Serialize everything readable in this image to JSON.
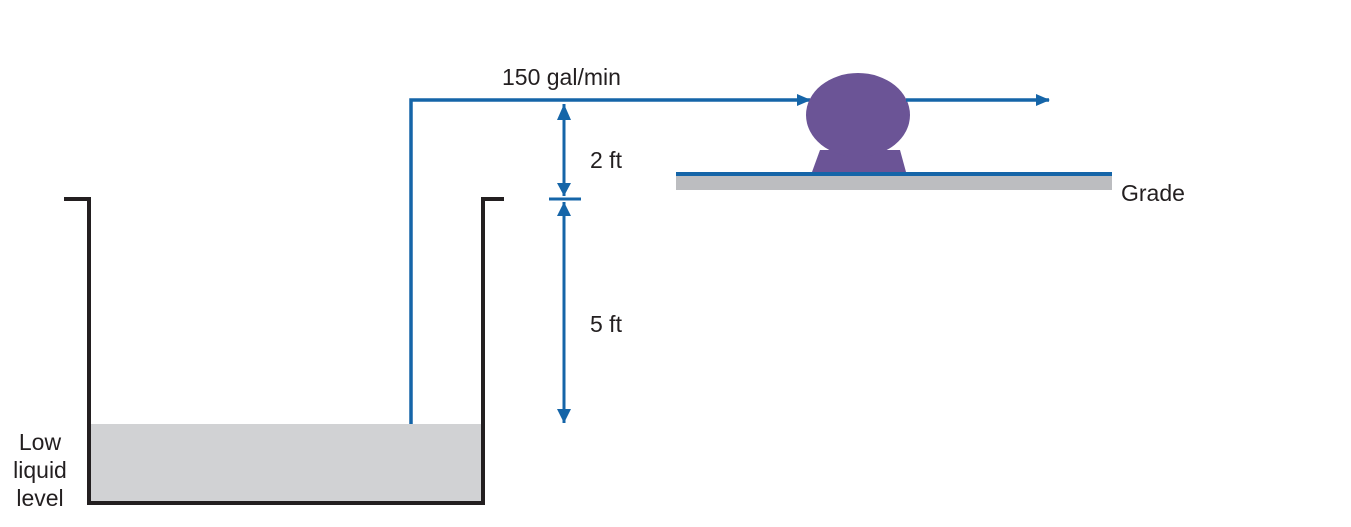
{
  "labels": {
    "flow_rate": "150 gal/min",
    "height_upper": "2 ft",
    "height_lower": "5 ft",
    "grade": "Grade",
    "low_liquid_level": [
      "Low",
      "liquid",
      "level"
    ]
  },
  "colors": {
    "pipe": "#1565a8",
    "pump": "#6b5496",
    "tank_wall": "#231f20",
    "liquid": "#d1d2d4",
    "grade_base": "#bcbdc0",
    "text": "#231f20"
  },
  "icons": {
    "pump": "pump-icon",
    "flow_arrow": "arrow-right-icon",
    "dimension_arrow": "double-arrow-vertical-icon"
  }
}
